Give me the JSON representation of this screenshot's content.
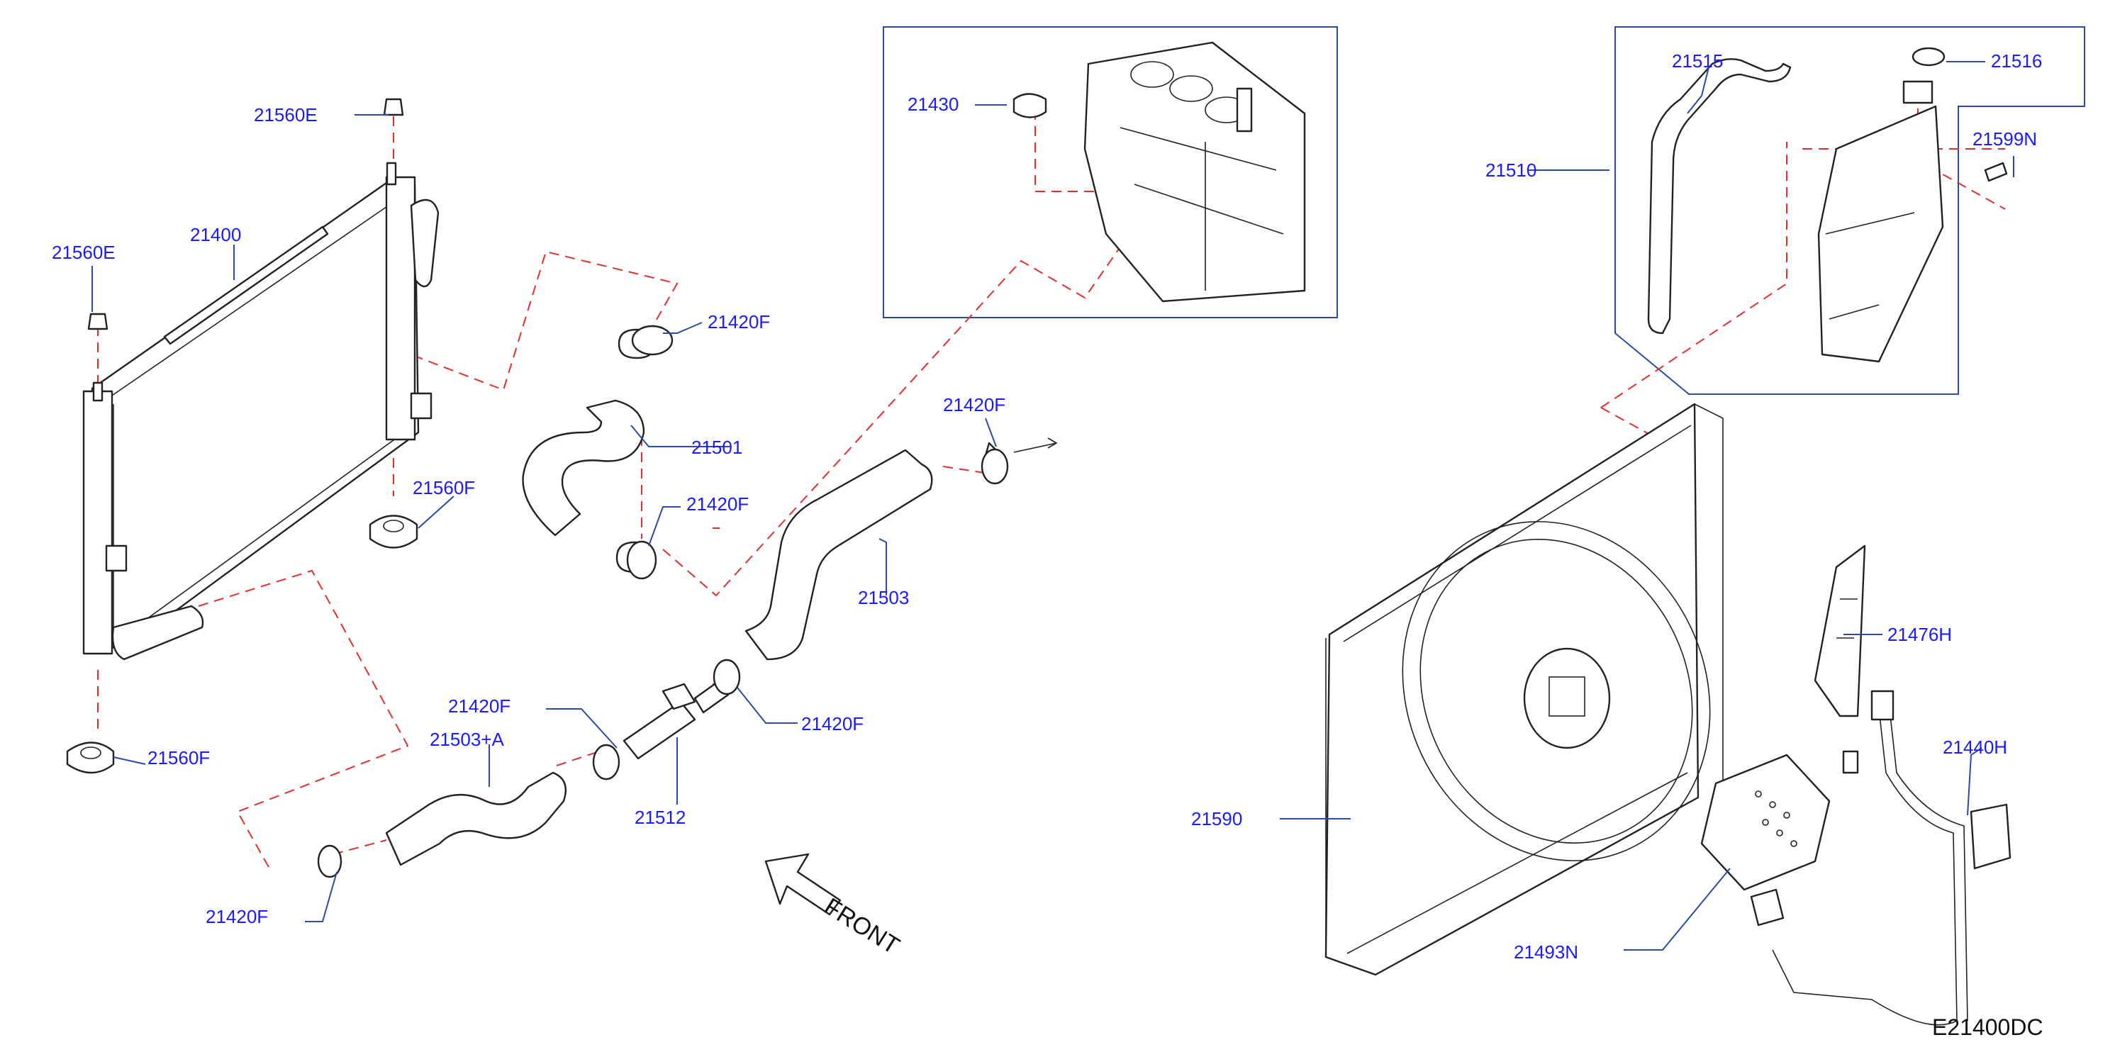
{
  "diagram": {
    "code": "E21400DC",
    "front_text": "FRONT",
    "parts": {
      "p21560E_top": "21560E",
      "p21560E_left": "21560E",
      "p21400": "21400",
      "p21560F_mid": "21560F",
      "p21560F_bottom": "21560F",
      "p21420F_a": "21420F",
      "p21501": "21501",
      "p21420F_b": "21420F",
      "p21420F_c": "21420F",
      "p21503": "21503",
      "p21420F_d": "21420F",
      "p21420F_e": "21420F",
      "p21503A": "21503+A",
      "p21512": "21512",
      "p21420F_f": "21420F",
      "p21430": "21430",
      "p21515": "21515",
      "p21516": "21516",
      "p21510": "21510",
      "p21599N": "21599N",
      "p21476H": "21476H",
      "p21440H": "21440H",
      "p21590": "21590",
      "p21493N": "21493N"
    }
  }
}
